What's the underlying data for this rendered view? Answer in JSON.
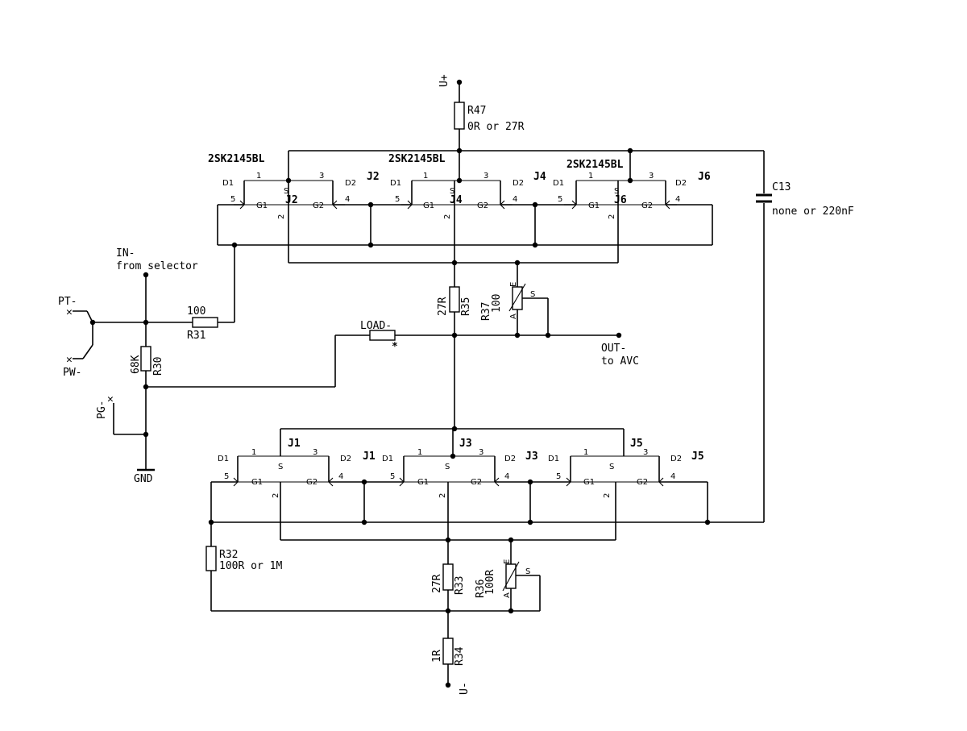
{
  "supply": {
    "pos": "U+",
    "neg": "U-",
    "gnd": "GND"
  },
  "r47": {
    "ref": "R47",
    "value": "0R or 27R"
  },
  "c13": {
    "ref": "C13",
    "value": "none or 220nF"
  },
  "input": {
    "line1": "IN-",
    "line2": "from selector"
  },
  "pins": {
    "pt": "PT-",
    "pw": "PW-",
    "pg": "PG-"
  },
  "r31": {
    "ref": "R31",
    "value": "100"
  },
  "r30": {
    "ref": "R30",
    "value": "68K"
  },
  "load": {
    "label": "LOAD-",
    "mark": "*"
  },
  "output": {
    "line1": "OUT-",
    "line2": "to AVC"
  },
  "r35": {
    "ref": "R35",
    "value": "27R"
  },
  "r37": {
    "ref": "R37",
    "value": "100"
  },
  "r33": {
    "ref": "R33",
    "value": "27R"
  },
  "r36": {
    "ref": "R36",
    "value": "100R"
  },
  "r34": {
    "ref": "R34",
    "value": "1R"
  },
  "r32": {
    "ref": "R32",
    "value": "100R or 1M"
  },
  "pot_pins": {
    "a": "A",
    "e": "E",
    "s": "S"
  },
  "fet_pins": {
    "d1": "D1",
    "d2": "D2",
    "g1": "G1",
    "g2": "G2",
    "s": "S",
    "n1": "1",
    "n2": "2",
    "n3": "3",
    "n4": "4",
    "n5": "5"
  },
  "upper_fets": [
    {
      "part": "2SK2145BL",
      "ref": "J2"
    },
    {
      "part": "2SK2145BL",
      "ref": "J4"
    },
    {
      "part": "2SK2145BL",
      "ref": "J6"
    }
  ],
  "lower_fets": [
    {
      "ref": "J1"
    },
    {
      "ref": "J3"
    },
    {
      "ref": "J5"
    }
  ]
}
